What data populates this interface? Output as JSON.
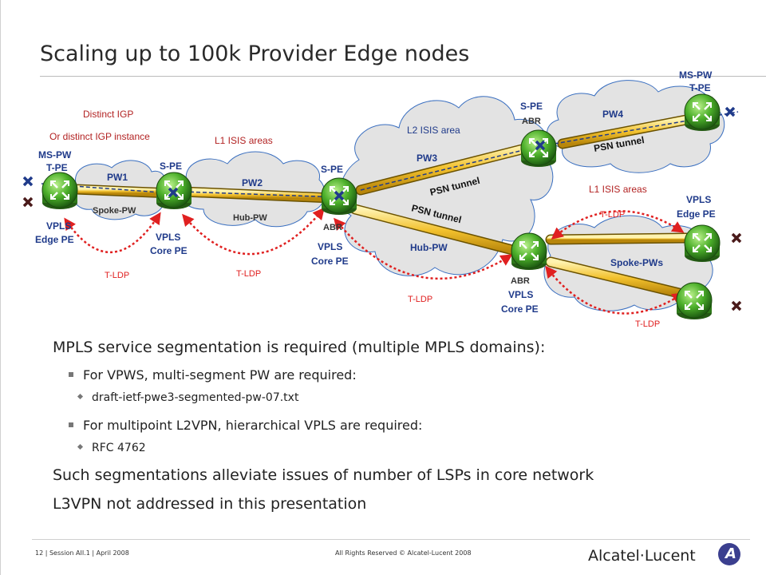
{
  "title": "Scaling up to 100k Provider Edge nodes",
  "labels": {
    "distinct_igp": "Distinct IGP",
    "distinct_igp_instance": "Or distinct IGP instance",
    "l1_isis_left": "L1 ISIS areas",
    "l2_isis": "L2 ISIS area",
    "l1_isis_right": "L1 ISIS areas",
    "mspw_tpe": "MS-PW",
    "tpe": "T-PE",
    "spe": "S-PE",
    "abr": "ABR",
    "vpls": "VPLS",
    "edge_pe": "Edge PE",
    "core_pe": "Core PE",
    "pw1": "PW1",
    "pw2": "PW2",
    "pw3": "PW3",
    "pw4": "PW4",
    "spoke_pw": "Spoke-PW",
    "spoke_pws": "Spoke-PWs",
    "hub_pw": "Hub-PW",
    "psn_tunnel": "PSN tunnel",
    "tldp": "T-LDP"
  },
  "bullets": [
    {
      "level": 1,
      "text": "MPLS service segmentation is required (multiple MPLS domains):"
    },
    {
      "level": 2,
      "text": "For VPWS, multi-segment PW are required:"
    },
    {
      "level": 3,
      "text": "draft-ietf-pwe3-segmented-pw-07.txt"
    },
    {
      "level": 2,
      "text": "For multipoint L2VPN, hierarchical VPLS are required:"
    },
    {
      "level": 3,
      "text": "RFC 4762"
    },
    {
      "level": 1,
      "text": "Such segmentations alleviate issues of number of LSPs in core network"
    },
    {
      "level": 1,
      "text": "L3VPN not addressed in this presentation"
    }
  ],
  "footer": {
    "left": "12 | Session AII.1 | April 2008",
    "center": "All Rights Reserved © Alcatel-Lucent 2008",
    "brand": "Alcatel·Lucent",
    "logo_letter": "A"
  },
  "colors": {
    "label_blue": "#1f3a8a",
    "label_red": "#b22222",
    "pipe_yellow": "#f2c12e",
    "router_green": "#4caf2a",
    "cloud_grey": "#e3e3e3",
    "tldp_red": "#e02020"
  }
}
